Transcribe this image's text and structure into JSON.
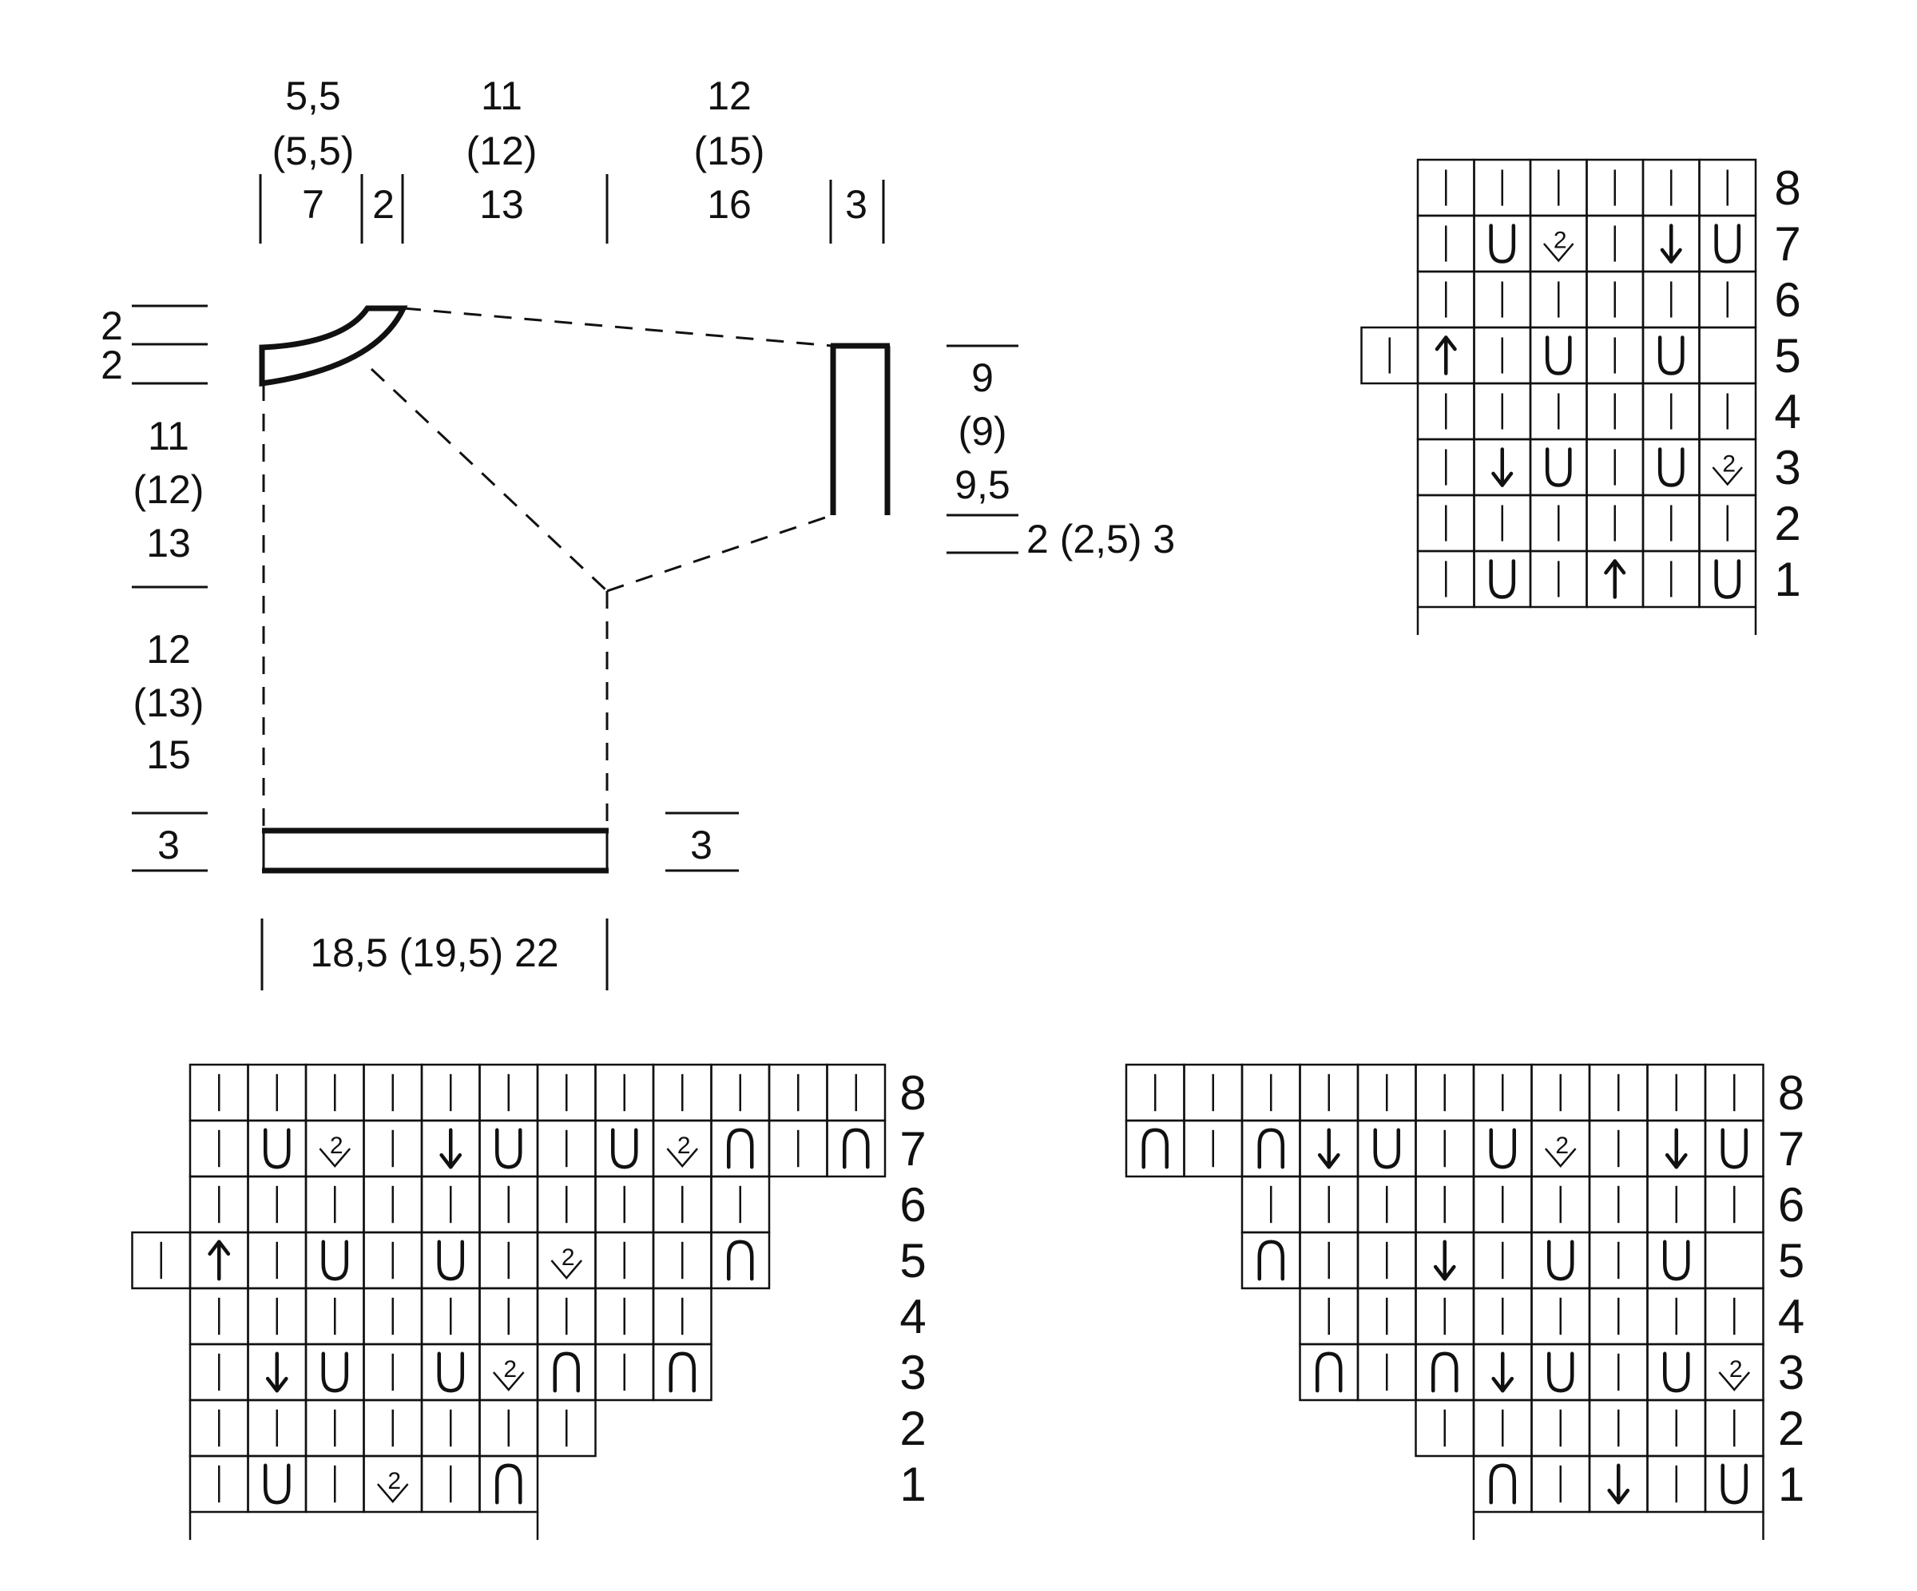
{
  "schematic": {
    "top_dims": {
      "neck": {
        "lines": [
          "5,5",
          "(5,5)",
          "7"
        ]
      },
      "edge": {
        "lines": [
          "2"
        ]
      },
      "raglan": {
        "lines": [
          "11",
          "(12)",
          "13"
        ]
      },
      "sleeve": {
        "lines": [
          "12",
          "(15)",
          "16"
        ]
      },
      "cuff": {
        "lines": [
          "3"
        ]
      }
    },
    "left_dims": {
      "neck_band_1": "2",
      "neck_band_2": "2",
      "raglan_depth": {
        "lines": [
          "11",
          "(12)",
          "13"
        ]
      },
      "body_length": {
        "lines": [
          "12",
          "(13)",
          "15"
        ]
      },
      "hem": "3"
    },
    "right_dims": {
      "sleeve_width": {
        "lines": [
          "9",
          "(9)",
          "9,5"
        ]
      },
      "underarm": "2 (2,5) 3",
      "hem": "3"
    },
    "bottom_dim": "18,5 (19,5) 22"
  },
  "charts": [
    {
      "id": "chart-a",
      "row_labels": [
        "8",
        "7",
        "6",
        "5",
        "4",
        "3",
        "2",
        "1"
      ],
      "cols": 6,
      "rows_top_to_bottom": [
        {
          "start": 0,
          "cells": [
            "k",
            "k",
            "k",
            "k",
            "k",
            "k"
          ]
        },
        {
          "start": 0,
          "cells": [
            "k",
            "yo",
            "dd",
            "k",
            "dr",
            "yo"
          ]
        },
        {
          "start": 0,
          "cells": [
            "k",
            "k",
            "k",
            "k",
            "k",
            "k"
          ]
        },
        {
          "start": -1,
          "cells": [
            "k",
            "up",
            "k",
            "yo",
            "k",
            "yo",
            "e"
          ]
        },
        {
          "start": 0,
          "cells": [
            "k",
            "k",
            "k",
            "k",
            "k",
            "k"
          ]
        },
        {
          "start": 0,
          "cells": [
            "k",
            "dr",
            "yo",
            "k",
            "yo",
            "dd"
          ]
        },
        {
          "start": 0,
          "cells": [
            "k",
            "k",
            "k",
            "k",
            "k",
            "k"
          ]
        },
        {
          "start": 0,
          "cells": [
            "k",
            "yo",
            "k",
            "up",
            "k",
            "yo"
          ]
        }
      ]
    },
    {
      "id": "chart-b",
      "row_labels": [
        "8",
        "7",
        "6",
        "5",
        "4",
        "3",
        "2",
        "1"
      ],
      "cols": 12,
      "rows_top_to_bottom": [
        {
          "start": 0,
          "cells": [
            "k",
            "k",
            "k",
            "k",
            "k",
            "k",
            "k",
            "k",
            "k",
            "k",
            "k",
            "k"
          ]
        },
        {
          "start": 0,
          "cells": [
            "k",
            "yo",
            "dd",
            "k",
            "dr",
            "yo",
            "k",
            "yo",
            "dd",
            "bo",
            "k",
            "bo"
          ]
        },
        {
          "start": 0,
          "cells": [
            "k",
            "k",
            "k",
            "k",
            "k",
            "k",
            "k",
            "k",
            "k",
            "k"
          ]
        },
        {
          "start": -1,
          "cells": [
            "k",
            "up",
            "k",
            "yo",
            "k",
            "yo",
            "k",
            "dd",
            "k",
            "k",
            "bo"
          ]
        },
        {
          "start": 0,
          "cells": [
            "k",
            "k",
            "k",
            "k",
            "k",
            "k",
            "k",
            "k",
            "k"
          ]
        },
        {
          "start": 0,
          "cells": [
            "k",
            "dr",
            "yo",
            "k",
            "yo",
            "dd",
            "bo",
            "k",
            "bo"
          ]
        },
        {
          "start": 0,
          "cells": [
            "k",
            "k",
            "k",
            "k",
            "k",
            "k",
            "k"
          ]
        },
        {
          "start": 0,
          "cells": [
            "k",
            "yo",
            "k",
            "dd",
            "k",
            "bo"
          ]
        }
      ]
    },
    {
      "id": "chart-c",
      "row_labels": [
        "8",
        "7",
        "6",
        "5",
        "4",
        "3",
        "2",
        "1"
      ],
      "cols": 11,
      "rows_top_to_bottom": [
        {
          "start": 0,
          "cells": [
            "k",
            "k",
            "k",
            "k",
            "k",
            "k",
            "k",
            "k",
            "k",
            "k",
            "k"
          ]
        },
        {
          "start": 0,
          "cells": [
            "bo",
            "k",
            "bo",
            "dr",
            "yo",
            "k",
            "yo",
            "dd",
            "k",
            "dr",
            "yo"
          ]
        },
        {
          "start": 2,
          "cells": [
            "k",
            "k",
            "k",
            "k",
            "k",
            "k",
            "k",
            "k",
            "k"
          ]
        },
        {
          "start": 2,
          "cells": [
            "bo",
            "k",
            "k",
            "dr",
            "k",
            "yo",
            "k",
            "yo",
            "e"
          ]
        },
        {
          "start": 3,
          "cells": [
            "k",
            "k",
            "k",
            "k",
            "k",
            "k",
            "k",
            "k"
          ]
        },
        {
          "start": 3,
          "cells": [
            "bo",
            "k",
            "bo",
            "dr",
            "yo",
            "k",
            "yo",
            "dd"
          ]
        },
        {
          "start": 5,
          "cells": [
            "k",
            "k",
            "k",
            "k",
            "k",
            "k"
          ]
        },
        {
          "start": 6,
          "cells": [
            "bo",
            "k",
            "dr",
            "k",
            "yo"
          ]
        }
      ]
    }
  ]
}
